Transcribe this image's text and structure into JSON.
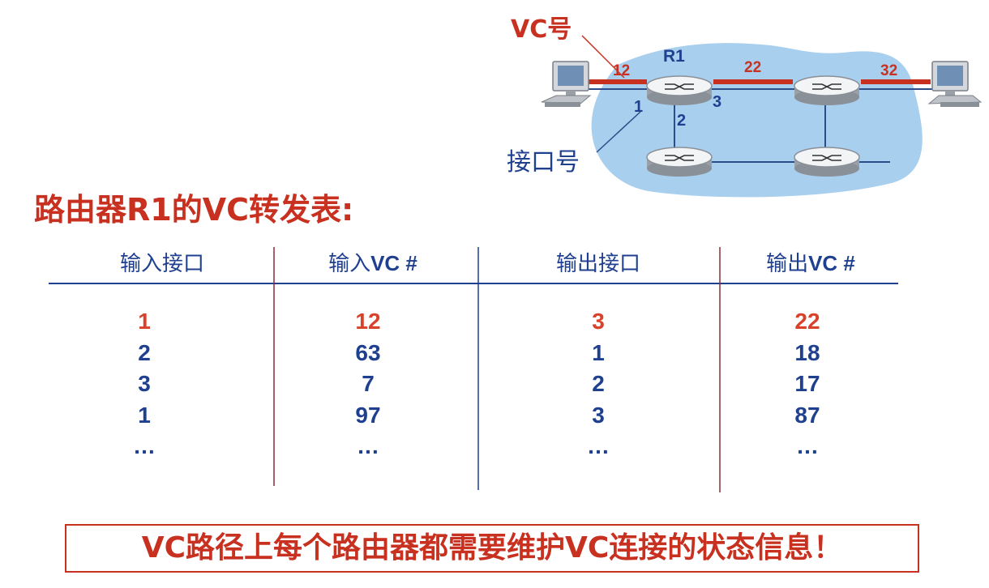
{
  "network": {
    "vc_label": "VC号",
    "interface_label": "接口号",
    "router_name": "R1",
    "vc_in": "12",
    "vc_mid": "22",
    "vc_out": "32",
    "port_1": "1",
    "port_2": "2",
    "port_3": "3",
    "cloud_color": "#a9cfee",
    "vc_path_color": "#c8301f"
  },
  "table": {
    "title": "路由器R1的VC转发表:",
    "headers": [
      {
        "cjk": "输入接口",
        "latin": ""
      },
      {
        "cjk": "输入",
        "latin": "VC #"
      },
      {
        "cjk": "输出接口",
        "latin": ""
      },
      {
        "cjk": "输出",
        "latin": "VC #"
      }
    ],
    "columns": {
      "in_port": [
        "1",
        "2",
        "3",
        "1",
        "…"
      ],
      "in_vc": [
        "12",
        "63",
        "7",
        "97",
        "…"
      ],
      "out_port": [
        "3",
        "1",
        "2",
        "3",
        "…"
      ],
      "out_vc": [
        "22",
        "18",
        "17",
        "87",
        "…"
      ]
    },
    "highlight_color": "#d9412a",
    "text_color": "#1f3f8f"
  },
  "note": "VC路径上每个路由器都需要维护VC连接的状态信息！"
}
